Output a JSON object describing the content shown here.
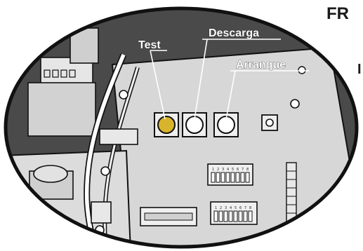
{
  "header": {
    "title": "FR",
    "fragment": "I"
  },
  "buttons": [
    {
      "label": "Test",
      "color": "#d8b42c"
    },
    {
      "label": "Descarga",
      "color": "#ffffff"
    },
    {
      "label": "Arranque",
      "color": "#ffffff"
    }
  ],
  "dip_switches": [
    {
      "numbers": [
        "1",
        "2",
        "3",
        "4",
        "5",
        "6",
        "7",
        "8"
      ]
    },
    {
      "numbers": [
        "1",
        "2",
        "3",
        "4",
        "5",
        "6",
        "7",
        "8"
      ]
    }
  ],
  "colors": {
    "board": "#d7d7d7",
    "frame": "#4a4a4a",
    "outline": "#111111",
    "test_button": "#d8b42c"
  }
}
